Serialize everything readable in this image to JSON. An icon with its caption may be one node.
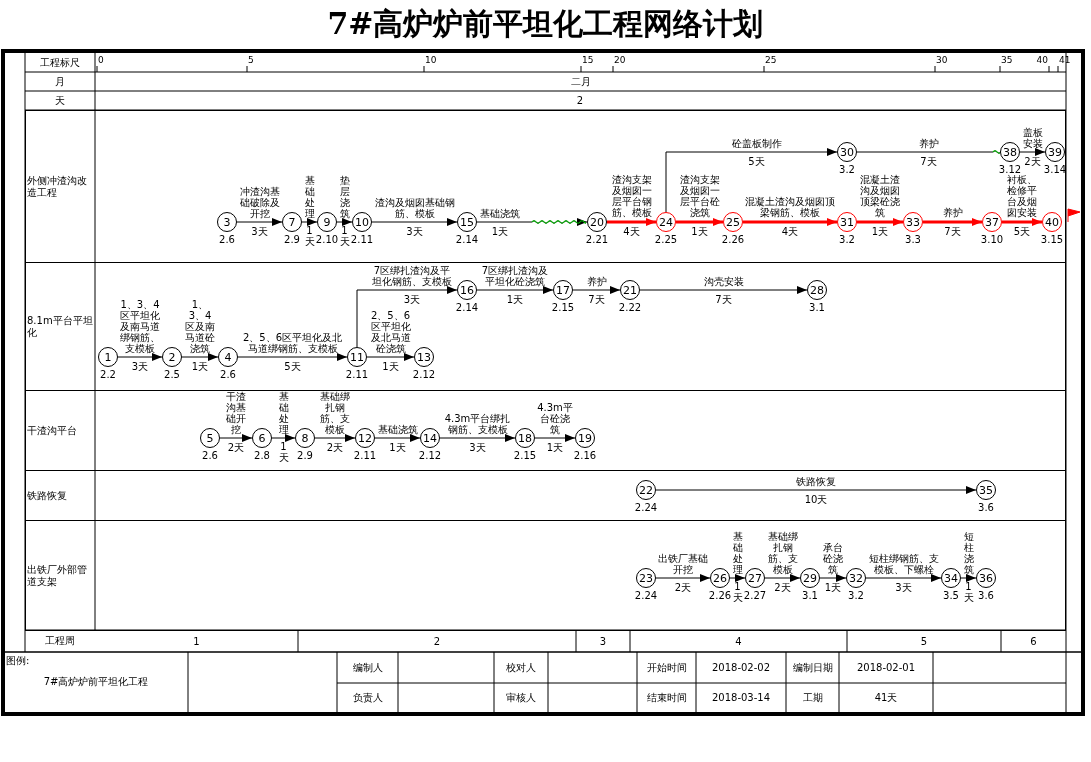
{
  "diagram": {
    "title": "7#高炉炉前平坦化工程网络计划",
    "nodes": [
      {
        "text": [
          "外侧冲渣沟改造工程"
        ]
      },
      {
        "text": [
          "3"
        ],
        "in": 0,
        "beside": [
          "2.6"
        ]
      },
      {
        "text": [
          "7"
        ],
        "in": 0,
        "beside": [
          "2.9"
        ]
      },
      {
        "text": [
          "9"
        ],
        "in": 0,
        "beside": [
          "2.10"
        ]
      },
      {
        "text": [
          "10"
        ],
        "in": 0,
        "beside": [
          "2.11"
        ]
      },
      {
        "text": [
          "15"
        ],
        "in": 0,
        "beside": [
          "2.14"
        ]
      },
      {
        "text": [
          "20"
        ],
        "in": 0,
        "beside": [
          "2.21"
        ]
      },
      {
        "text": [
          "24"
        ],
        "in": 0,
        "beside": [
          "2.25"
        ]
      },
      {
        "text": [
          "25"
        ],
        "in": 0,
        "beside": [
          "2.26"
        ]
      },
      {
        "text": [
          "30"
        ],
        "in": 0,
        "beside": [
          "3.2"
        ]
      },
      {
        "text": [
          "31"
        ],
        "in": 0,
        "beside": [
          "3.2"
        ]
      },
      {
        "text": [
          "33"
        ],
        "in": 0,
        "beside": [
          "3.3"
        ]
      },
      {
        "text": [
          "37"
        ],
        "in": 0,
        "beside": [
          "3.10"
        ]
      },
      {
        "text": [
          "38"
        ],
        "in": 0,
        "beside": [
          "3.12"
        ]
      },
      {
        "text": [
          "39"
        ],
        "in": 0,
        "beside": [
          "3.14"
        ]
      },
      {
        "text": [
          "40"
        ],
        "in": 0,
        "beside": [
          "3.15"
        ]
      },
      {
        "text": [
          "8.1m平台平坦化"
        ]
      },
      {
        "text": [
          "1"
        ],
        "in": 16,
        "beside": [
          "2.2"
        ]
      },
      {
        "text": [
          "2"
        ],
        "in": 16,
        "beside": [
          "2.5"
        ]
      },
      {
        "text": [
          "4"
        ],
        "in": 16,
        "beside": [
          "2.6"
        ]
      },
      {
        "text": [
          "11"
        ],
        "in": 16,
        "beside": [
          "2.11"
        ]
      },
      {
        "text": [
          "13"
        ],
        "in": 16,
        "beside": [
          "2.12"
        ]
      },
      {
        "text": [
          "16"
        ],
        "in": 16,
        "beside": [
          "2.14"
        ]
      },
      {
        "text": [
          "17"
        ],
        "in": 16,
        "beside": [
          "2.15"
        ]
      },
      {
        "text": [
          "21"
        ],
        "in": 16,
        "beside": [
          "2.22"
        ]
      },
      {
        "text": [
          "28"
        ],
        "in": 16,
        "beside": [
          "3.1"
        ]
      },
      {
        "text": [
          "干渣沟平台"
        ]
      },
      {
        "text": [
          "5"
        ],
        "in": 26,
        "beside": [
          "2.6"
        ]
      },
      {
        "text": [
          "6"
        ],
        "in": 26,
        "beside": [
          "2.8"
        ]
      },
      {
        "text": [
          "8"
        ],
        "in": 26,
        "beside": [
          "2.9"
        ]
      },
      {
        "text": [
          "12"
        ],
        "in": 26,
        "beside": [
          "2.11"
        ]
      },
      {
        "text": [
          "14"
        ],
        "in": 26,
        "beside": [
          "2.12"
        ]
      },
      {
        "text": [
          "18"
        ],
        "in": 26,
        "beside": [
          "2.15"
        ]
      },
      {
        "text": [
          "19"
        ],
        "in": 26,
        "beside": [
          "2.16"
        ]
      },
      {
        "text": [
          "铁路恢复"
        ]
      },
      {
        "text": [
          "22"
        ],
        "in": 34,
        "beside": [
          "2.24"
        ]
      },
      {
        "text": [
          "35"
        ],
        "in": 34,
        "beside": [
          "3.6"
        ]
      },
      {
        "text": [
          "出铁厂外部管道支架"
        ]
      },
      {
        "text": [
          "23"
        ],
        "in": 37,
        "beside": [
          "2.24"
        ]
      },
      {
        "text": [
          "26"
        ],
        "in": 37,
        "beside": [
          "2.26"
        ]
      },
      {
        "text": [
          "27"
        ],
        "in": 37,
        "beside": [
          "2.27"
        ]
      },
      {
        "text": [
          "29"
        ],
        "in": 37,
        "beside": [
          "3.1"
        ]
      },
      {
        "text": [
          "32"
        ],
        "in": 37,
        "beside": [
          "3.2"
        ]
      },
      {
        "text": [
          "34"
        ],
        "in": 37,
        "beside": [
          "3.5"
        ]
      },
      {
        "text": [
          "36"
        ],
        "in": 37,
        "beside": [
          "3.6"
        ]
      }
    ],
    "edges": [
      {
        "from": 1,
        "to": 2,
        "arrow": "to",
        "label": "冲渣沟基础破除及开挖"
      },
      {
        "from": 2,
        "to": 3,
        "arrow": "to",
        "label": "基础处理"
      },
      {
        "from": 3,
        "to": 4,
        "arrow": "to",
        "label": "垫层浇筑"
      },
      {
        "from": 4,
        "to": 5,
        "arrow": "to",
        "label": "渣沟及烟囱基础钢筋、模板"
      },
      {
        "from": 5,
        "to": 6,
        "arrow": "to",
        "label": "基础浇筑"
      },
      {
        "from": 6,
        "to": 7,
        "arrow": "to",
        "label": "渣沟支架及烟囱一层平台钢筋、模板",
        "style": "thick",
        "color": "#ff0000"
      },
      {
        "from": 7,
        "to": 8,
        "arrow": "to",
        "label": "渣沟支架及烟囱一层平台砼浇筑",
        "style": "thick",
        "color": "#ff0000"
      },
      {
        "from": 7,
        "to": 9,
        "arrow": "to",
        "label": "砼盖板制作"
      },
      {
        "from": 8,
        "to": 10,
        "arrow": "to",
        "label": "混凝土渣沟及烟囱顶梁钢筋、模板",
        "style": "thick",
        "color": "#ff0000"
      },
      {
        "from": 10,
        "to": 11,
        "arrow": "to",
        "label": "混凝土渣沟及烟囱顶梁砼浇筑",
        "style": "thick",
        "color": "#ff0000"
      },
      {
        "from": 11,
        "to": 12,
        "arrow": "to",
        "label": "养护",
        "style": "thick",
        "color": "#ff0000"
      },
      {
        "from": 9,
        "to": 13,
        "arrow": "to",
        "label": "养护"
      },
      {
        "from": 13,
        "to": 14,
        "arrow": "to",
        "label": "盖板安装"
      },
      {
        "from": 12,
        "to": 15,
        "arrow": "to",
        "label": "衬板、检修平台及烟囱安装",
        "style": "thick",
        "color": "#ff0000"
      },
      {
        "from": 17,
        "to": 18,
        "arrow": "to",
        "label": "1、3、4区平坦化及南马道绑钢筋、支模板"
      },
      {
        "from": 18,
        "to": 19,
        "arrow": "to",
        "label": "1、3、4区及南马道砼浇筑"
      },
      {
        "from": 19,
        "to": 20,
        "arrow": "to",
        "label": "2、5、6区平坦化及北马道绑钢筋、支模板"
      },
      {
        "from": 20,
        "to": 21,
        "arrow": "to",
        "label": "2、5、6区平坦化及北马道砼浇筑"
      },
      {
        "from": 20,
        "to": 22,
        "arrow": "to",
        "label": "7区绑扎渣沟及平坦化钢筋、支模板"
      },
      {
        "from": 22,
        "to": 23,
        "arrow": "to",
        "label": "7区绑扎渣沟及平坦化砼浇筑"
      },
      {
        "from": 23,
        "to": 24,
        "arrow": "to",
        "label": "养护"
      },
      {
        "from": 24,
        "to": 25,
        "arrow": "to",
        "label": "沟壳安装"
      },
      {
        "from": 27,
        "to": 28,
        "arrow": "to",
        "label": "干渣沟基础开挖"
      },
      {
        "from": 28,
        "to": 29,
        "arrow": "to",
        "label": "基础处理"
      },
      {
        "from": 29,
        "to": 30,
        "arrow": "to",
        "label": "基础绑扎钢筋、支模板"
      },
      {
        "from": 30,
        "to": 31,
        "arrow": "to",
        "label": "基础浇筑"
      },
      {
        "from": 31,
        "to": 32,
        "arrow": "to",
        "label": "4.3m平台绑扎钢筋、支模板"
      },
      {
        "from": 32,
        "to": 33,
        "arrow": "to",
        "label": "4.3m平台砼浇筑"
      },
      {
        "from": 35,
        "to": 36,
        "arrow": "to",
        "label": "铁路恢复"
      },
      {
        "from": 38,
        "to": 39,
        "arrow": "to",
        "label": "出铁厂基础开挖"
      },
      {
        "from": 39,
        "to": 40,
        "arrow": "to",
        "label": "基础处理"
      },
      {
        "from": 40,
        "to": 41,
        "arrow": "to",
        "label": "基础绑扎钢筋、支模板"
      },
      {
        "from": 41,
        "to": 42,
        "arrow": "to",
        "label": "承台砼浇筑"
      },
      {
        "from": 42,
        "to": 43,
        "arrow": "to",
        "label": "短柱绑钢筋、支模板、下螺栓"
      },
      {
        "from": 43,
        "to": 44,
        "arrow": "to",
        "label": "短柱浇筑"
      }
    ],
    "labels": [
      "工程标尺",
      "0",
      "5",
      "10",
      "15",
      "20",
      "25",
      "30",
      "35",
      "40",
      "41",
      "月",
      "二月",
      "天",
      "2",
      "3天",
      "1天",
      "1天",
      "3天",
      "1天",
      "4天",
      "1天",
      "5天",
      "4天",
      "1天",
      "7天",
      "7天",
      "2天",
      "5天",
      "3天",
      "1天",
      "5天",
      "1天",
      "3天",
      "1天",
      "7天",
      "7天",
      "2天",
      "1天",
      "2天",
      "1天",
      "3天",
      "1天",
      "10天",
      "2天",
      "1天",
      "2天",
      "1天",
      "3天",
      "1天",
      "工程周",
      "1",
      "2",
      "3",
      "4",
      "5",
      "6",
      "图例:",
      "7#高炉炉前平坦化工程",
      "编制人",
      "校对人",
      "开始时间",
      "2018-02-02",
      "编制日期",
      "2018-02-01",
      "负责人",
      "审核人",
      "结束时间",
      "2018-03-14",
      "工期",
      "41天"
    ]
  }
}
